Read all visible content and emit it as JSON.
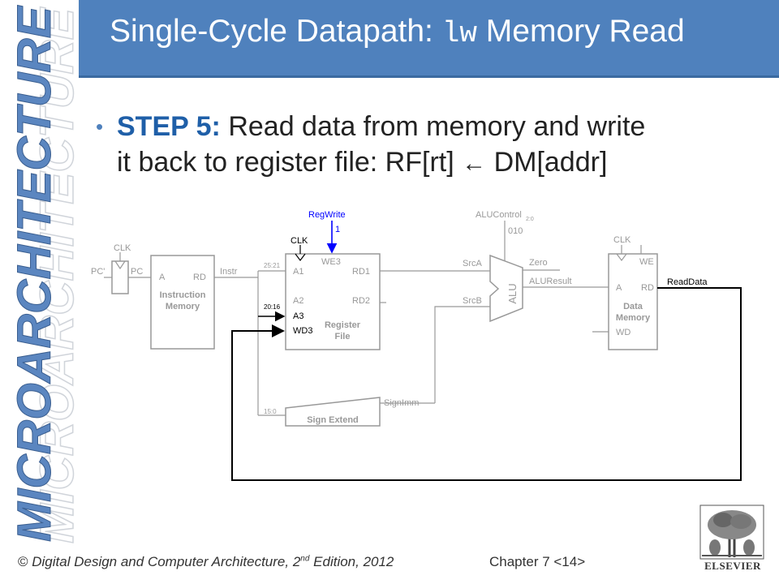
{
  "sidebar": {
    "text": "MICROARCHITECTURE"
  },
  "title": {
    "prefix": "Single-Cycle Datapath: ",
    "code": "lw",
    "suffix": " Memory Read"
  },
  "bullet": {
    "step": "STEP 5:",
    "line1": " Read data from memory and write",
    "line2a": "it back to register file:   RF[rt] ",
    "arrow": "←",
    "line2b": " DM[addr]"
  },
  "diagram": {
    "clk": "CLK",
    "pc_prime": "PC'",
    "pc": "PC",
    "a": "A",
    "rd": "RD",
    "instr_mem_1": "Instruction",
    "instr_mem_2": "Memory",
    "instr": "Instr",
    "bits_25_21": "25:21",
    "bits_20_16": "20:16",
    "bits_15_0": "15:0",
    "regwrite": "RegWrite",
    "regwrite_val": "1",
    "we3": "WE3",
    "a1": "A1",
    "a2": "A2",
    "a3": "A3",
    "wd3": "WD3",
    "rd1": "RD1",
    "rd2": "RD2",
    "reg_file_1": "Register",
    "reg_file_2": "File",
    "alucontrol": "ALUControl",
    "alucontrol_sub": "2:0",
    "alucontrol_val": "010",
    "srca": "SrcA",
    "srcb": "SrcB",
    "alu": "ALU",
    "zero": "Zero",
    "aluresult": "ALUResult",
    "we": "WE",
    "wd": "WD",
    "data_mem_1": "Data",
    "data_mem_2": "Memory",
    "readdata": "ReadData",
    "sign_extend": "Sign Extend",
    "signimm": "SignImm"
  },
  "footer": {
    "copyright": "© ",
    "book": "Digital Design and Computer Architecture",
    "edition_pre": ", 2",
    "edition_sup": "nd",
    "edition_post": " Edition, 2012",
    "chapter": "Chapter 7 <14>"
  },
  "logo": {
    "text": "ELSEVIER"
  },
  "colors": {
    "accent": "#4f81bd",
    "highlight": "#0000ff",
    "step": "#1f5fa8"
  }
}
